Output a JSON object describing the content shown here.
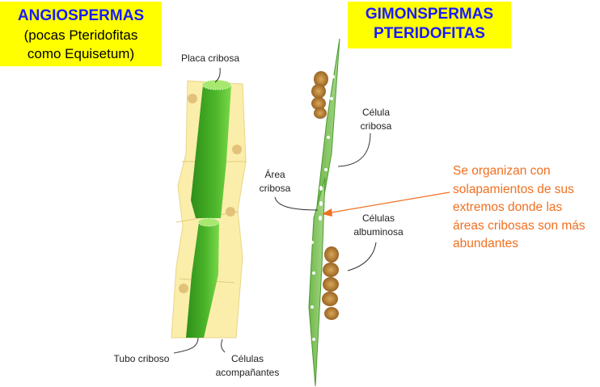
{
  "angiospermas_box": {
    "title": "ANGIOSPERMAS",
    "line1": "(pocas Pteridofitas",
    "line2": "como Equisetum)"
  },
  "gimnospermas_box": {
    "line1": "GIMONSPERMAS",
    "line2": "PTERIDOFITAS"
  },
  "labels": {
    "placa_cribosa": "Placa cribosa",
    "celula_cribosa": [
      "Célula",
      "cribosa"
    ],
    "area_cribosa": [
      "Área",
      "cribosa"
    ],
    "celulas_albuminosa": [
      "Células",
      "albuminosa"
    ],
    "tubo_criboso": "Tubo criboso",
    "celulas_acompanantes": [
      "Células",
      "acompañantes"
    ]
  },
  "note": [
    "Se organizan con",
    "solapamientos de sus",
    "extremos donde las",
    "áreas cribosas son más",
    "abundantes"
  ],
  "colors": {
    "highlight": "#ffff00",
    "title": "#1a1aff",
    "note": "#f07020",
    "tube": "#3aa020",
    "companion": "#fbeeaa",
    "albuminous": "#b07a30"
  }
}
